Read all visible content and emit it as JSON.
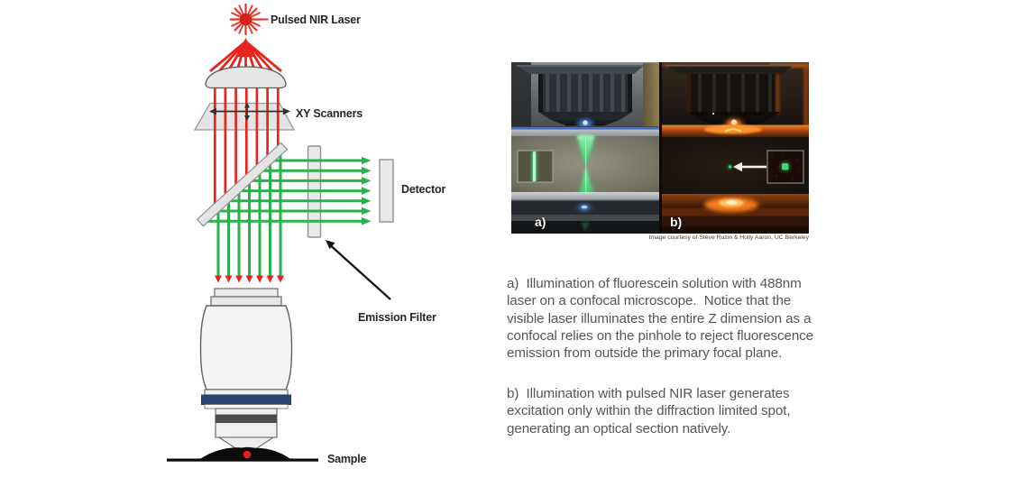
{
  "diagram": {
    "labels": {
      "laser": "Pulsed NIR Laser",
      "scanners": "XY Scanners",
      "detector": "Detector",
      "emission_filter": "Emission Filter",
      "sample": "Sample"
    },
    "colors": {
      "excitation_beam_red": "#e8241f",
      "emission_beam_green": "#28b24c",
      "objective_band_blue": "#2b4573"
    }
  },
  "photo": {
    "panel_a_label": "a)",
    "panel_b_label": "b)",
    "credit": "Image courtesy of Steve Ruzin & Holly Aaron, UC Berkeley"
  },
  "captions": {
    "a": {
      "lines": [
        "a)  Illumination of fluorescein solution with 488nm",
        "laser on a confocal microscope.  Notice that the",
        "visible laser illuminates the entire Z dimension as a",
        "confocal relies on the pinhole to reject fluorescence",
        "emission from outside the primary focal plane."
      ]
    },
    "b": {
      "lines": [
        "b)  Illumination with pulsed NIR laser generates",
        "excitation only within the diffraction limited spot,",
        "generating an optical section natively."
      ]
    }
  }
}
